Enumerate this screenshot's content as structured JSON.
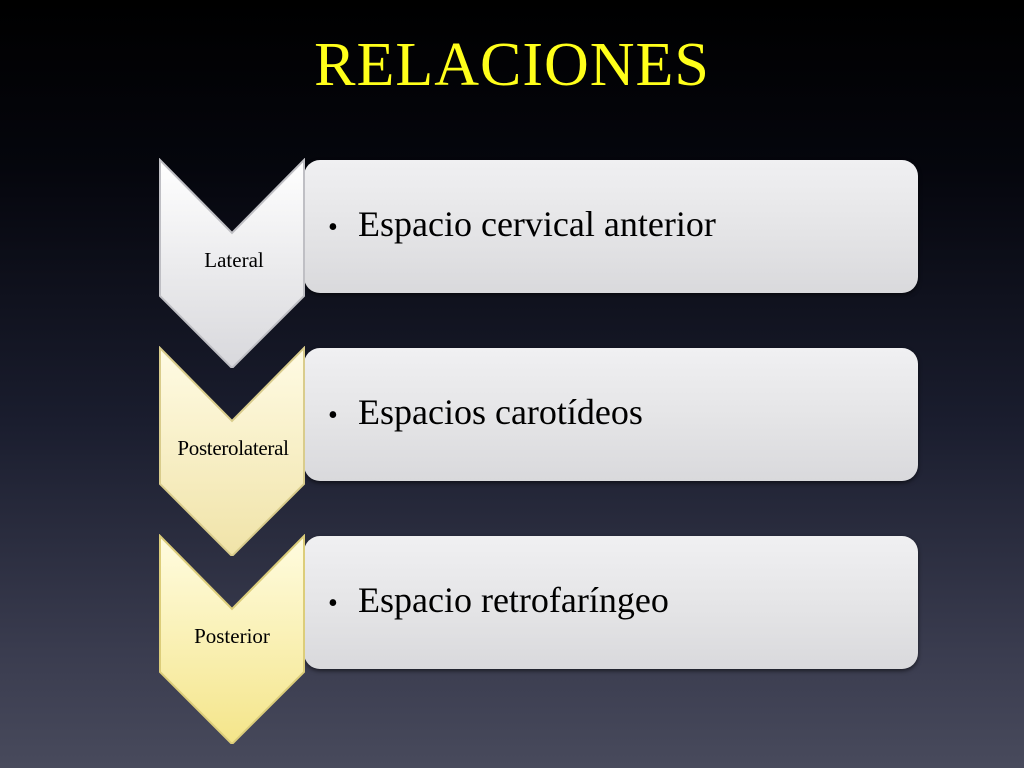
{
  "title": "RELACIONES",
  "steps": [
    {
      "label": "Lateral",
      "bullet": "Espacio cervical anterior",
      "color_top": "#ffffff",
      "color_bottom": "#d8d8dc"
    },
    {
      "label": "Posterolateral",
      "bullet": "Espacios carotídeos",
      "color_top": "#fffbe4",
      "color_bottom": "#f0e3a8"
    },
    {
      "label": "Posterior",
      "bullet": "Espacio retrofaríngeo",
      "color_top": "#fffce0",
      "color_bottom": "#f4e58a"
    }
  ],
  "bullet_symbol": "•"
}
